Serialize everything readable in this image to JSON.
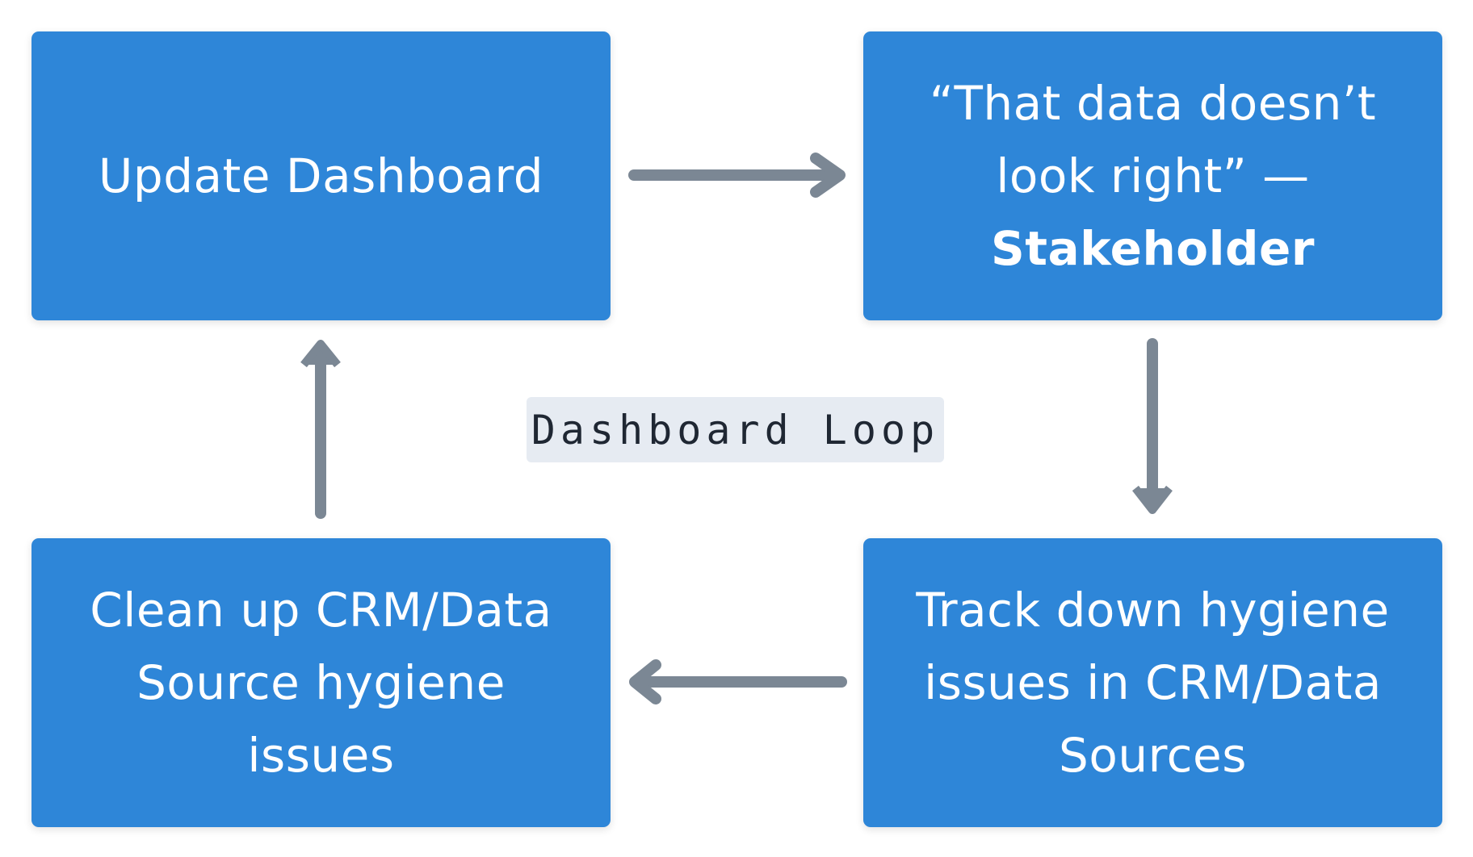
{
  "diagram": {
    "title": "Dashboard Loop",
    "steps": [
      {
        "id": "update",
        "lines": [
          "Update Dashboard"
        ]
      },
      {
        "id": "quote",
        "lines": [
          "“That data doesn’t",
          "look right” —"
        ],
        "emphasis": "Stakeholder"
      },
      {
        "id": "track",
        "lines": [
          "Track down hygiene",
          "issues in CRM/Data",
          "Sources"
        ]
      },
      {
        "id": "clean",
        "lines": [
          "Clean up CRM/Data",
          "Source hygiene",
          "issues"
        ]
      }
    ],
    "colors": {
      "box": "#2e86d8",
      "arrow": "#7b8794",
      "label_bg": "#e6ebf2",
      "label_text": "#1f2733"
    }
  }
}
